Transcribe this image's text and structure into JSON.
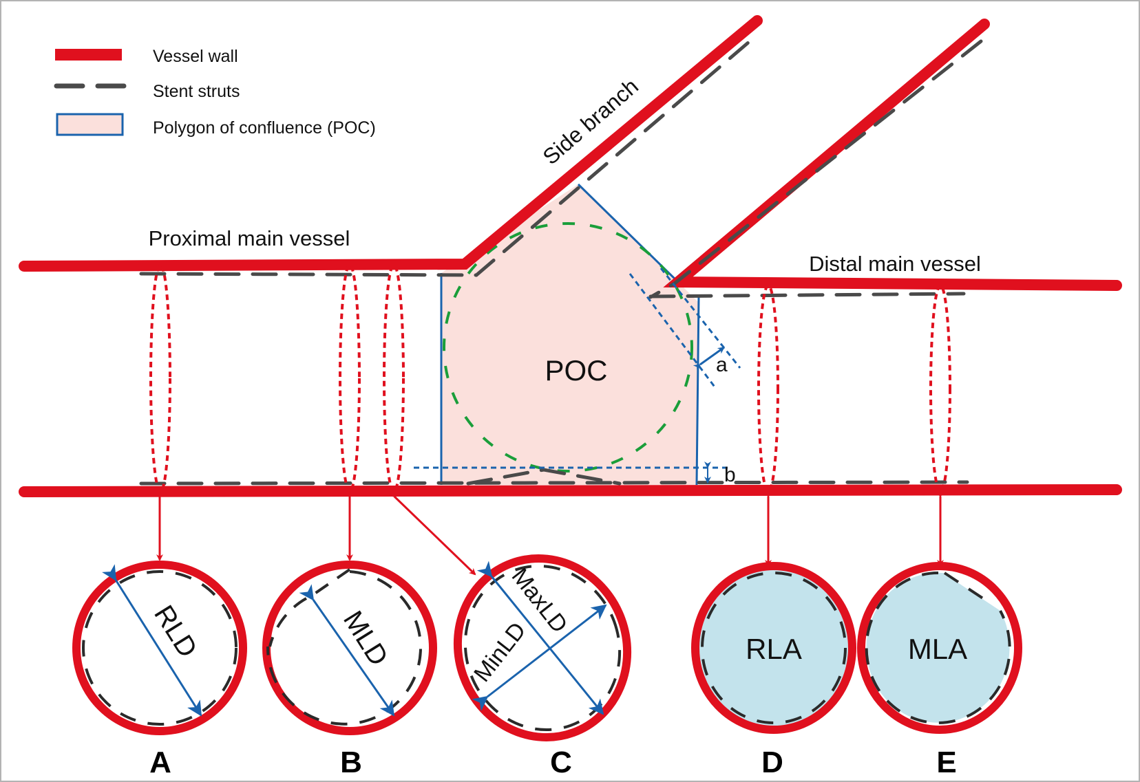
{
  "figure": {
    "legend": {
      "items": [
        {
          "label": "Vessel wall",
          "symbol": "red-thick-line"
        },
        {
          "label": "Stent struts",
          "symbol": "gray-dashed-line"
        },
        {
          "label": "Polygon of confluence (POC)",
          "symbol": "pink-box-blue-border"
        }
      ]
    },
    "labels": {
      "side_branch": "Side branch",
      "proximal": "Proximal main vessel",
      "distal": "Distal main vessel",
      "poc": "POC",
      "a": "a",
      "b": "b"
    },
    "cross_sections": [
      {
        "letter": "A",
        "measure": "RLD",
        "filled": false
      },
      {
        "letter": "B",
        "measure": "MLD",
        "filled": false
      },
      {
        "letter": "C",
        "measure_max": "MaxLD",
        "measure_min": "MinLD",
        "filled": false
      },
      {
        "letter": "D",
        "measure": "RLA",
        "filled": true
      },
      {
        "letter": "E",
        "measure": "MLA",
        "filled": true
      }
    ],
    "colors": {
      "vessel_wall": "#e0101e",
      "stent": "#4a4a4a",
      "poc_fill": "#fbe0dc",
      "poc_border": "#1a63ad",
      "circle_fit": "#1a9e3a",
      "lumen_area": "#c3e3ec",
      "measure_arrow": "#1a63ad"
    }
  }
}
